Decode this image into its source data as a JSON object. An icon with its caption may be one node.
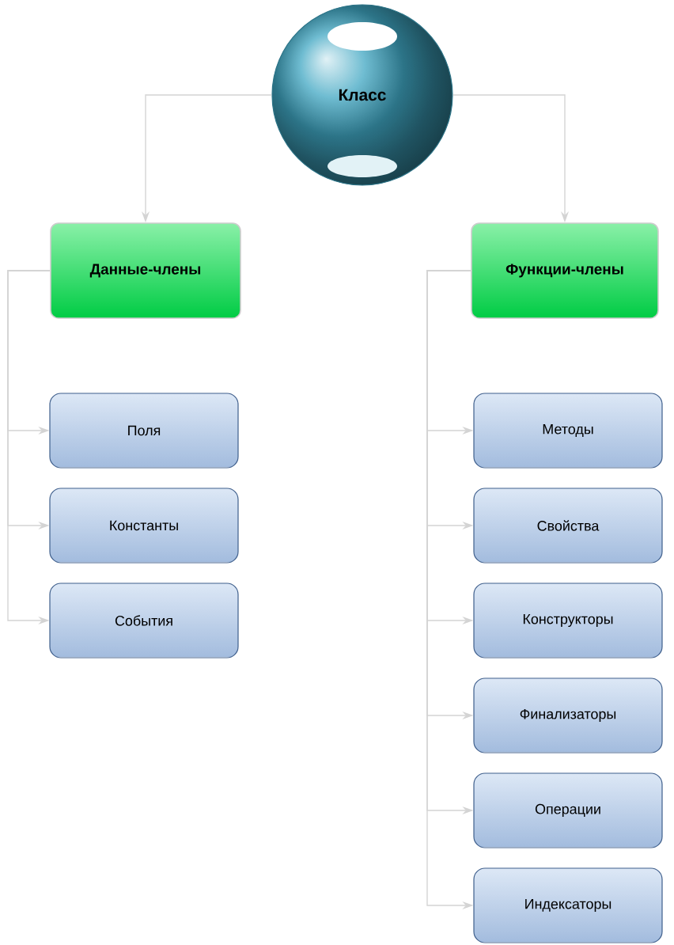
{
  "diagram": {
    "nodes": [
      {
        "text": [
          "Класс"
        ]
      },
      {
        "text": [
          "Данные-члены"
        ]
      },
      {
        "text": [
          "Функции-члены"
        ]
      },
      {
        "text": [
          "Поля"
        ]
      },
      {
        "text": [
          "Константы"
        ]
      },
      {
        "text": [
          "События"
        ]
      },
      {
        "text": [
          "Методы"
        ]
      },
      {
        "text": [
          "Свойства"
        ]
      },
      {
        "text": [
          "Конструкторы"
        ]
      },
      {
        "text": [
          "Финализаторы"
        ]
      },
      {
        "text": [
          "Операции"
        ]
      },
      {
        "text": [
          "Индексаторы"
        ]
      }
    ],
    "edges": [
      {
        "from": 0,
        "to": 1,
        "arrow": "to"
      },
      {
        "from": 0,
        "to": 2,
        "arrow": "to"
      },
      {
        "from": 1,
        "to": 3,
        "arrow": "to"
      },
      {
        "from": 1,
        "to": 4,
        "arrow": "to"
      },
      {
        "from": 1,
        "to": 5,
        "arrow": "to"
      },
      {
        "from": 2,
        "to": 6,
        "arrow": "to"
      },
      {
        "from": 2,
        "to": 7,
        "arrow": "to"
      },
      {
        "from": 2,
        "to": 8,
        "arrow": "to"
      },
      {
        "from": 2,
        "to": 9,
        "arrow": "to"
      },
      {
        "from": 2,
        "to": 10,
        "arrow": "to"
      },
      {
        "from": 2,
        "to": 11,
        "arrow": "to"
      }
    ]
  }
}
